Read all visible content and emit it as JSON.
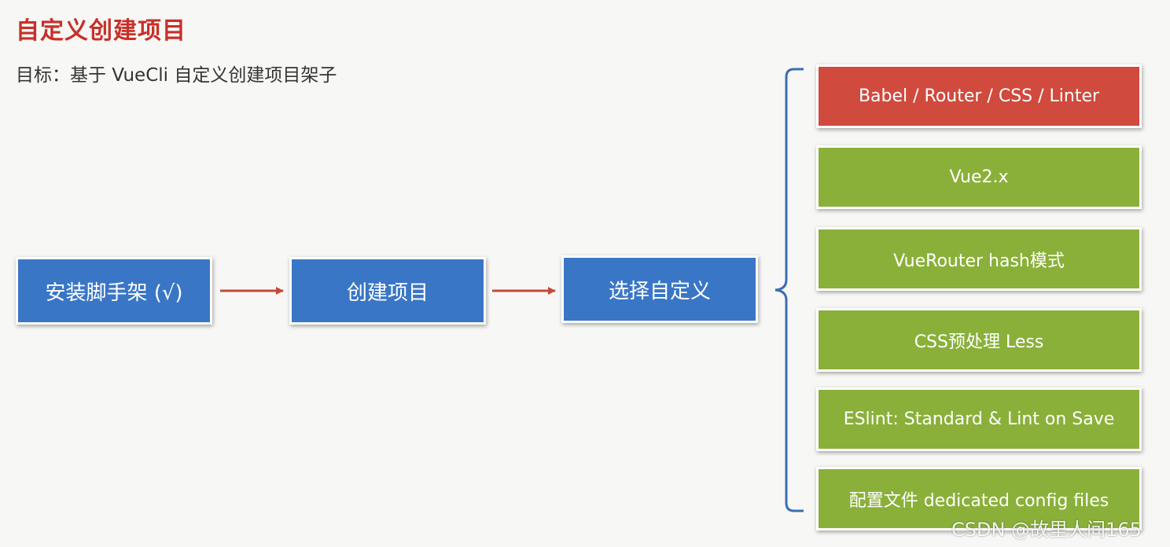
{
  "header": {
    "title": "自定义创建项目",
    "subtitle": "目标：基于 VueCli 自定义创建项目架子"
  },
  "flow": {
    "steps": [
      {
        "label": "安装脚手架 (√)"
      },
      {
        "label": "创建项目"
      },
      {
        "label": "选择自定义"
      }
    ]
  },
  "options": [
    {
      "label": "Babel / Router / CSS / Linter",
      "color": "#d04a3d"
    },
    {
      "label": "Vue2.x",
      "color": "#8ab03a"
    },
    {
      "label": "VueRouter hash模式",
      "color": "#8ab03a"
    },
    {
      "label": "CSS预处理 Less",
      "color": "#8ab03a"
    },
    {
      "label": "ESlint: Standard & Lint on Save",
      "color": "#8ab03a"
    },
    {
      "label": "配置文件 dedicated config files",
      "color": "#8ab03a"
    }
  ],
  "colors": {
    "title": "#c8302a",
    "step_box": "#3a76c6",
    "option_box": "#8ab03a",
    "arrow": "#c24a3d",
    "brace": "#3a6fb5"
  },
  "watermark": "CSDN @故里人间165"
}
